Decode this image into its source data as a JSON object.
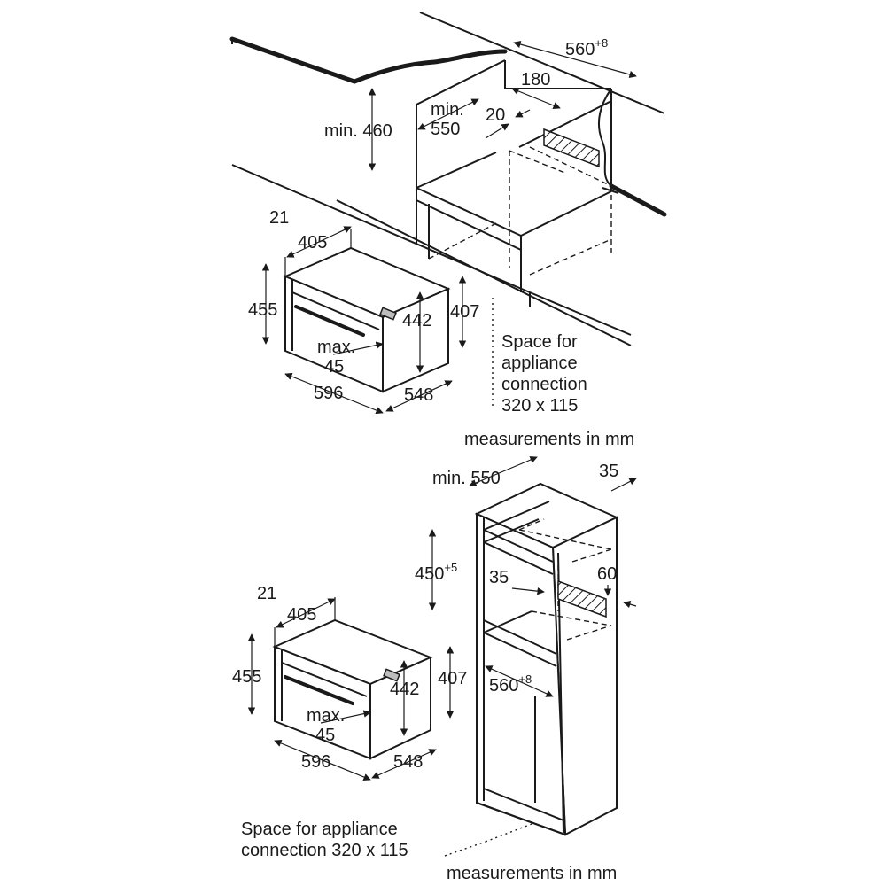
{
  "top_diagram": {
    "niche_width": "560",
    "niche_width_tol": "+8",
    "min_height_label": "min. 460",
    "depth_min": "min.",
    "depth_value": "550",
    "dim_180": "180",
    "dim_20": "20",
    "oven_21": "21",
    "oven_405": "405",
    "oven_455": "455",
    "oven_442": "442",
    "oven_407": "407",
    "oven_max": "max.",
    "oven_45": "45",
    "oven_596": "596",
    "oven_548": "548",
    "connection_line1": "Space for",
    "connection_line2": "appliance",
    "connection_line3": "connection",
    "connection_line4": "320 x 115",
    "units": "measurements in mm"
  },
  "bottom_diagram": {
    "depth_label": "min. 550",
    "side_35": "35",
    "niche_height": "450",
    "niche_height_tol": "+5",
    "vent_35": "35",
    "vent_60": "60",
    "niche_width": "560",
    "niche_width_tol": "+8",
    "oven_21": "21",
    "oven_405": "405",
    "oven_455": "455",
    "oven_442": "442",
    "oven_407": "407",
    "oven_max": "max.",
    "oven_45": "45",
    "oven_596": "596",
    "oven_548": "548",
    "connection_line1": "Space for appliance",
    "connection_line2": "connection 320 x 115",
    "units": "measurements in mm"
  }
}
